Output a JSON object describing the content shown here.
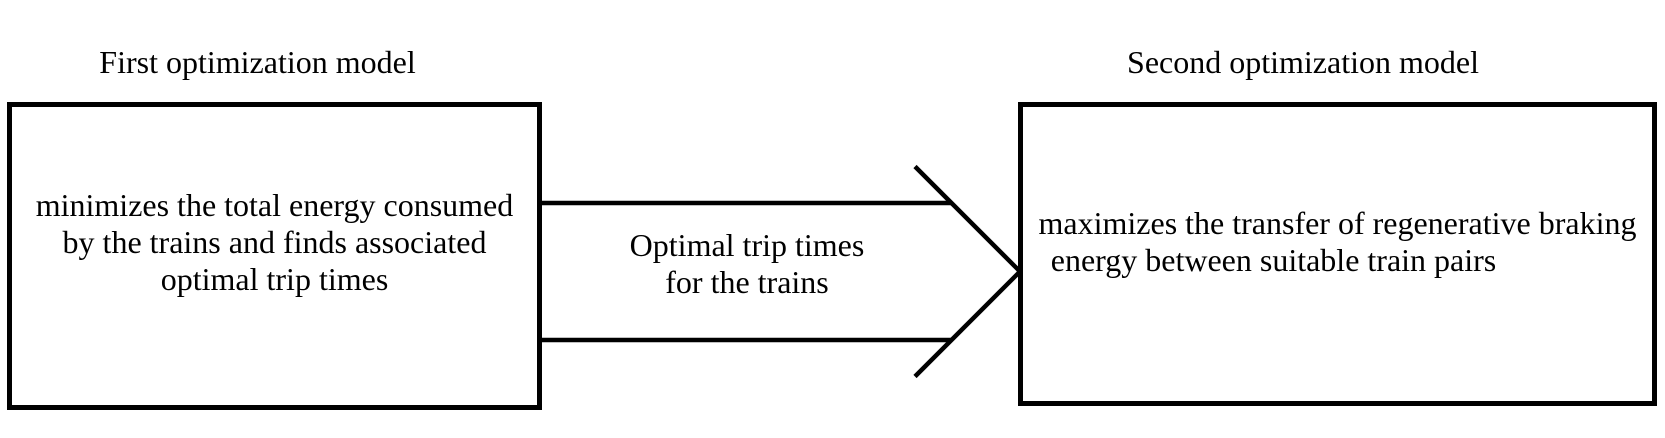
{
  "colors": {
    "ink": "#000000",
    "background": "#ffffff"
  },
  "diagram": {
    "left": {
      "title": "First optimization model",
      "lines": [
        "minimizes the total energy consumed",
        "by the trains and finds associated",
        "optimal trip times"
      ]
    },
    "arrow": {
      "lines": [
        "Optimal trip times",
        "for the trains"
      ]
    },
    "right": {
      "title": "Second optimization model",
      "lines": [
        "maximizes the transfer of regenerative braking",
        "energy between suitable train pairs"
      ]
    }
  }
}
